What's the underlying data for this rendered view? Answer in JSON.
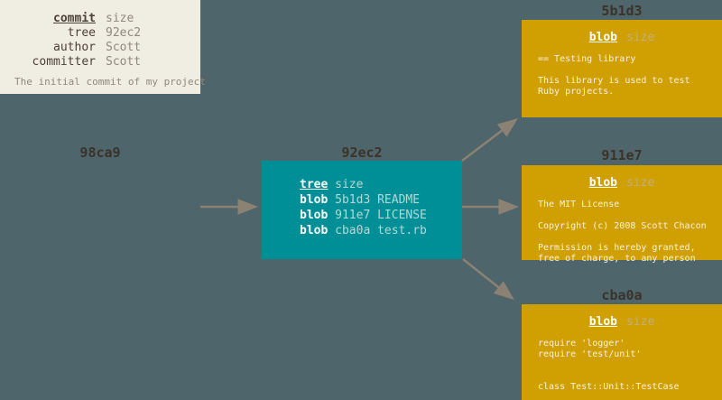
{
  "diagram": {
    "commit": {
      "id": "98ca9",
      "rows": [
        {
          "label": "commit",
          "value": "size"
        },
        {
          "label": "tree",
          "value": "92ec2"
        },
        {
          "label": "author",
          "value": "Scott"
        },
        {
          "label": "committer",
          "value": "Scott"
        }
      ],
      "description": "The initial commit of my project"
    },
    "tree": {
      "id": "92ec2",
      "rows": [
        {
          "label": "tree",
          "value": "size"
        },
        {
          "label": "blob",
          "value": "5b1d3 README"
        },
        {
          "label": "blob",
          "value": "911e7 LICENSE"
        },
        {
          "label": "blob",
          "value": "cba0a test.rb"
        }
      ]
    },
    "blob1": {
      "id": "5b1d3",
      "header_label": "blob",
      "header_value": "size",
      "body": "== Testing library\n\nThis library is used to test\nRuby projects."
    },
    "blob2": {
      "id": "911e7",
      "header_label": "blob",
      "header_value": "size",
      "body": "The MIT License\n\nCopyright (c) 2008 Scott Chacon\n\nPermission is hereby granted,\nfree of charge, to any person"
    },
    "blob3": {
      "id": "cba0a",
      "header_label": "blob",
      "header_value": "size",
      "body": "require 'logger'\nrequire 'test/unit'\n\n\nclass Test::Unit::TestCase"
    },
    "colors": {
      "background": "#4e656b",
      "commit_box": "#f0ede2",
      "tree_box": "#008f96",
      "blob_box": "#d0a002",
      "arrow": "#8b8273",
      "title_text": "#3b3329",
      "commit_label": "#4a4237",
      "commit_value": "#8f897e",
      "tree_value": "#b5d8d6",
      "blob_size_text": "#c2ae7e",
      "blob_body_text": "#f7f1e0"
    }
  }
}
